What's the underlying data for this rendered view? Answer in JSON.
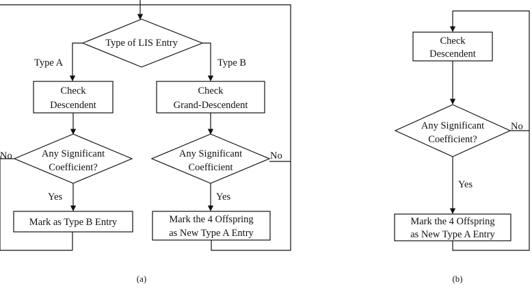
{
  "diagram_a": {
    "decision_type": "Type of LIS Entry",
    "label_type_a": "Type A",
    "label_type_b": "Type B",
    "check_desc": [
      "Check",
      "Descendent"
    ],
    "check_grand": [
      "Check",
      "Grand-Descendent"
    ],
    "sig_left": [
      "Any Significant",
      "Coefficient?"
    ],
    "sig_right": [
      "Any Significant",
      "Coefficient"
    ],
    "no_left": "No",
    "no_right": "No",
    "yes_left": "Yes",
    "yes_right": "Yes",
    "mark_b": "Mark as Type B Entry",
    "mark_offspring": [
      "Mark the 4 Offspring",
      "as New Type A Entry"
    ],
    "caption": "(a)"
  },
  "diagram_b": {
    "check_desc": [
      "Check",
      "Descendent"
    ],
    "sig": [
      "Any Significant",
      "Coefficient?"
    ],
    "no": "No",
    "yes": "Yes",
    "mark_offspring": [
      "Mark the 4 Offspring",
      "as New Type A Entry"
    ],
    "caption": "(b)"
  }
}
